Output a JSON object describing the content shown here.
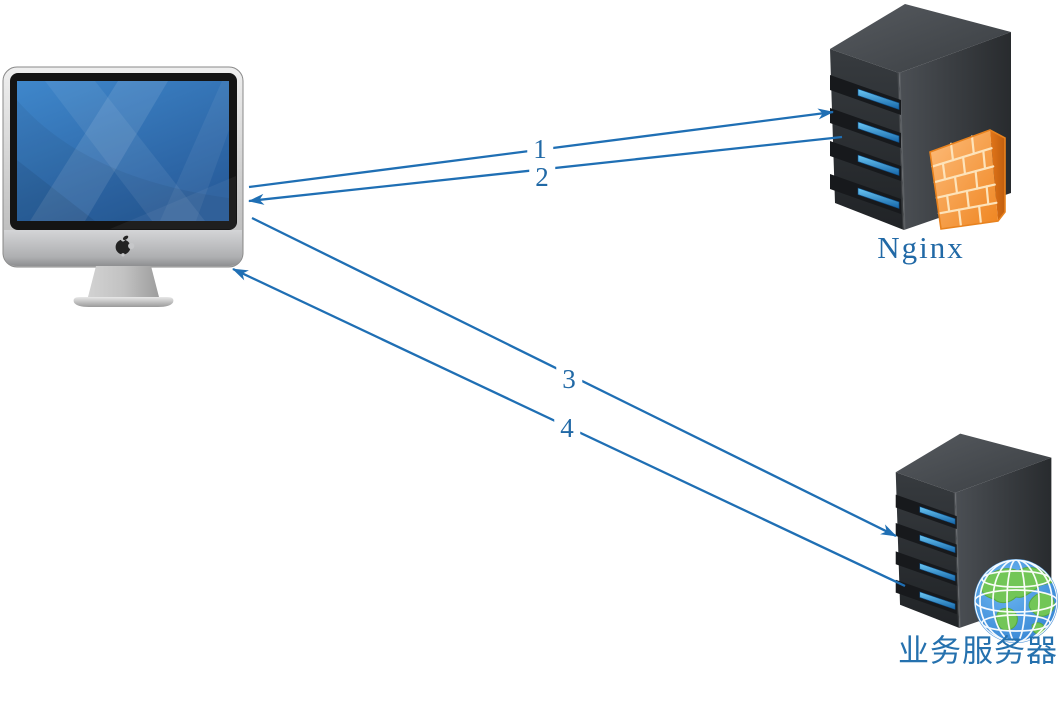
{
  "diagram": {
    "type": "network-flow-diagram",
    "background_color": "#ffffff",
    "line_color": "#1f6fb4",
    "text_color": "#2169a6"
  },
  "nodes": {
    "client": {
      "id": "client",
      "icon": "imac-computer-icon"
    },
    "nginx": {
      "id": "nginx",
      "label": "Nginx",
      "icon": "server-tower-icon",
      "badge_icon": "firewall-icon"
    },
    "business": {
      "id": "business",
      "label": "业务服务器",
      "icon": "server-tower-icon",
      "badge_icon": "globe-icon"
    }
  },
  "arrows": [
    {
      "label": "1",
      "from": "client",
      "to": "nginx"
    },
    {
      "label": "2",
      "from": "nginx",
      "to": "client"
    },
    {
      "label": "3",
      "from": "client",
      "to": "business"
    },
    {
      "label": "4",
      "from": "business",
      "to": "client"
    }
  ]
}
